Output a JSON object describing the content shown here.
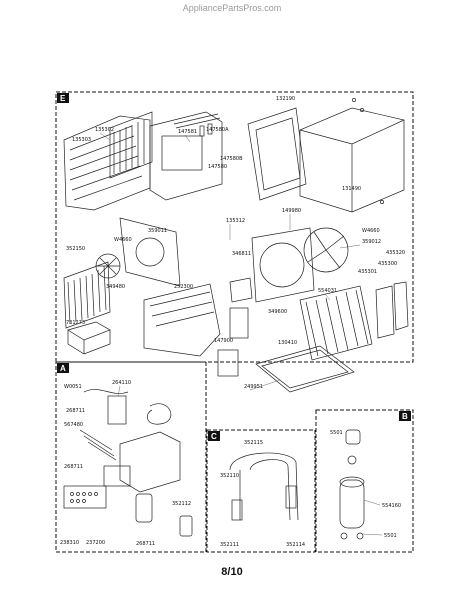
{
  "watermark": "AppliancePartsPros.com",
  "page_number": "8/10",
  "sections": {
    "E": "E",
    "A": "A",
    "B": "B",
    "C": "C"
  },
  "parts": {
    "p1": "135302",
    "p2": "135303",
    "p3": "147581",
    "p4": "147580A",
    "p5": "147580",
    "p6": "147580B",
    "p7": "135312",
    "p8": "132190",
    "p9": "131490",
    "p10": "149980",
    "p11": "359011",
    "p12": "W4660",
    "p13": "W4660",
    "p14": "352150",
    "p15": "349480",
    "p16": "346811",
    "p17": "359012",
    "p18": "435301",
    "p19": "435300",
    "p20": "435320",
    "p21": "252300",
    "p22": "554031",
    "p23": "731273",
    "p24": "349600",
    "p25": "147900",
    "p26": "130410",
    "p27": "249951",
    "p28": "W0051",
    "p29": "264110",
    "p30": "268711",
    "p31": "567480",
    "p32": "268711",
    "p33": "238310",
    "p34": "237200",
    "p35": "268711",
    "p36": "352112",
    "p37": "352115",
    "p38": "352110",
    "p39": "352111",
    "p40": "352114",
    "p41": "554160",
    "p42": "5501",
    "p43": "5501"
  }
}
